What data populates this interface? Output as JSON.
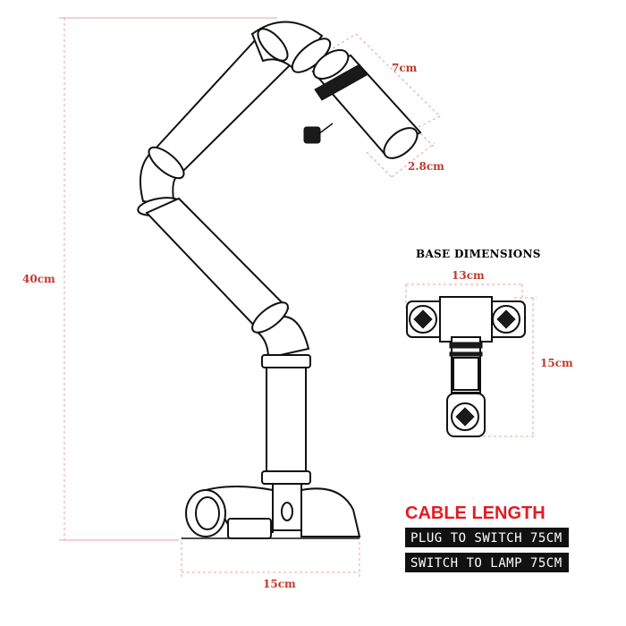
{
  "dimensions": {
    "height": "40cm",
    "base_width": "15cm",
    "socket_length": "7cm",
    "socket_diameter": "2.8cm"
  },
  "base_dimensions": {
    "heading": "BASE DIMENSIONS",
    "width": "13cm",
    "depth": "15cm"
  },
  "cable": {
    "title": "CABLE LENGTH",
    "lines": [
      "PLUG TO SWITCH 75CM",
      "SWITCH TO LAMP 75CM"
    ]
  },
  "colors": {
    "dimension_text": "#c0392b",
    "title_red": "#e31b23",
    "bar_black": "#111111"
  }
}
